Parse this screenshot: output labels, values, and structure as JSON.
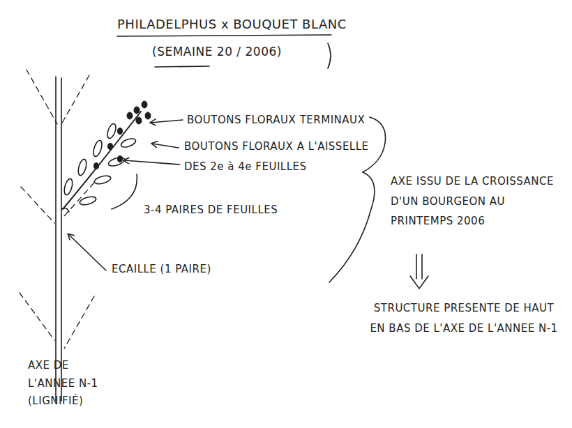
{
  "diagram": {
    "title": "PHILADELPHUS x BOUQUET BLANC",
    "labels": [
      "(SEMAINE 20 / 2006)",
      "BOUTONS FLORAUX TERMINAUX",
      "BOUTONS FLORAUX A L'AISSELLE DES 2e à 4e FEUILLES",
      "3-4 PAIRES DE FEUILLES",
      "ECAILLE (1 PAIRE)",
      "AXE ISSU DE LA CROISSANCE D'UN BOURGEON AU PRINTEMPS 2006",
      "STRUCTURE PRESENTE DE HAUT EN BAS DE L'AXE DE L'ANNEE N-1",
      "AXE DE L'ANNEE N-1 (LIGNIFIÉ)"
    ]
  }
}
